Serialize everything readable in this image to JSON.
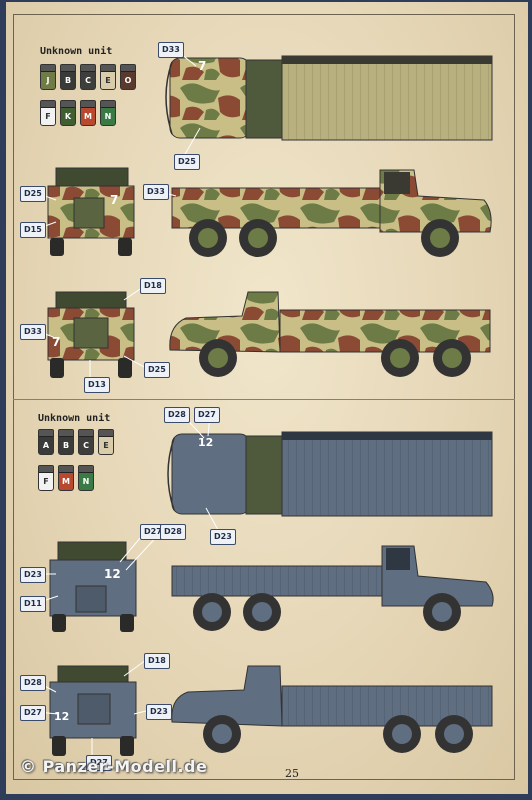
{
  "sections": [
    {
      "title": "Unknown unit",
      "swatches": [
        {
          "label": "J",
          "color": "#6f7c45"
        },
        {
          "label": "B",
          "color": "#3a3a38"
        },
        {
          "label": "C",
          "color": "#3e3e3c"
        },
        {
          "label": "E",
          "color": "#d8ccaa",
          "light": true
        },
        {
          "label": "O",
          "color": "#5a3a2c"
        },
        {
          "label": "F",
          "color": "#f2f2f2",
          "light": true
        },
        {
          "label": "K",
          "color": "#3f5f32"
        },
        {
          "label": "M",
          "color": "#b8482e"
        },
        {
          "label": "N",
          "color": "#3a7a44"
        }
      ]
    },
    {
      "title": "Unknown unit",
      "swatches": [
        {
          "label": "A",
          "color": "#3a3a38"
        },
        {
          "label": "B",
          "color": "#3a3a38"
        },
        {
          "label": "C",
          "color": "#3e3e3c"
        },
        {
          "label": "E",
          "color": "#d8ccaa",
          "light": true
        },
        {
          "label": "F",
          "color": "#f2f2f2",
          "light": true
        },
        {
          "label": "M",
          "color": "#b8482e"
        },
        {
          "label": "N",
          "color": "#3a7a44"
        }
      ]
    }
  ],
  "decals": [
    "D33",
    "D25",
    "D25",
    "D33",
    "D15",
    "D18",
    "D33",
    "D25",
    "D13",
    "D28",
    "D27",
    "D23",
    "D27",
    "D28",
    "D23",
    "D11",
    "D18",
    "D28",
    "D23",
    "D27",
    "D27"
  ],
  "markings": {
    "cab_number": "7",
    "cab_number_grey": "12"
  },
  "colors": {
    "camo_sand": "#c9bf86",
    "camo_green": "#6d7b47",
    "camo_brown": "#8a4a34",
    "grey": "#5f6e80",
    "bed_sand": "#b8b07e"
  },
  "watermark": "© Panzer-Modell.de",
  "page_number": "25"
}
